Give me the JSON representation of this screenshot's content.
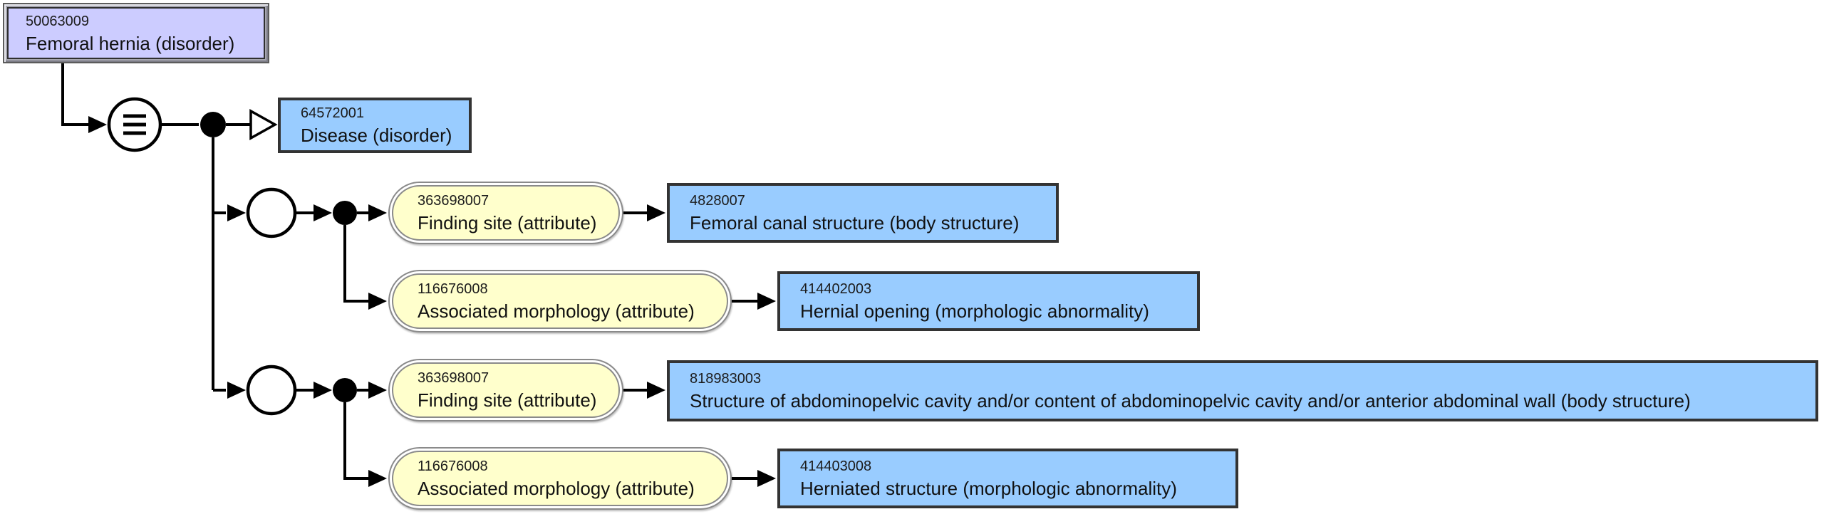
{
  "colors": {
    "defined_fill": "#ccccff",
    "primitive_fill": "#99ccff",
    "attribute_fill": "#ffffcc",
    "line_color": "#000000"
  },
  "icons": {
    "definition_status": "equivalent-to-icon",
    "conjunction": "conjunction-dot",
    "attribute_group": "attribute-group-circle",
    "subtype": "is-a-triangle-icon"
  },
  "diagram": {
    "focus": {
      "id": "50063009",
      "term": "Femoral hernia (disorder)"
    },
    "parents": [
      {
        "id": "64572001",
        "term": "Disease (disorder)"
      }
    ],
    "groups": [
      {
        "attributes": [
          {
            "attr": {
              "id": "363698007",
              "term": "Finding site (attribute)"
            },
            "value": {
              "id": "4828007",
              "term": "Femoral canal structure (body structure)"
            }
          },
          {
            "attr": {
              "id": "116676008",
              "term": "Associated morphology (attribute)"
            },
            "value": {
              "id": "414402003",
              "term": "Hernial opening (morphologic abnormality)"
            }
          }
        ]
      },
      {
        "attributes": [
          {
            "attr": {
              "id": "363698007",
              "term": "Finding site (attribute)"
            },
            "value": {
              "id": "818983003",
              "term": "Structure of abdominopelvic cavity and/or content of abdominopelvic cavity and/or anterior abdominal wall (body structure)"
            }
          },
          {
            "attr": {
              "id": "116676008",
              "term": "Associated morphology (attribute)"
            },
            "value": {
              "id": "414403008",
              "term": "Herniated structure (morphologic abnormality)"
            }
          }
        ]
      }
    ]
  }
}
